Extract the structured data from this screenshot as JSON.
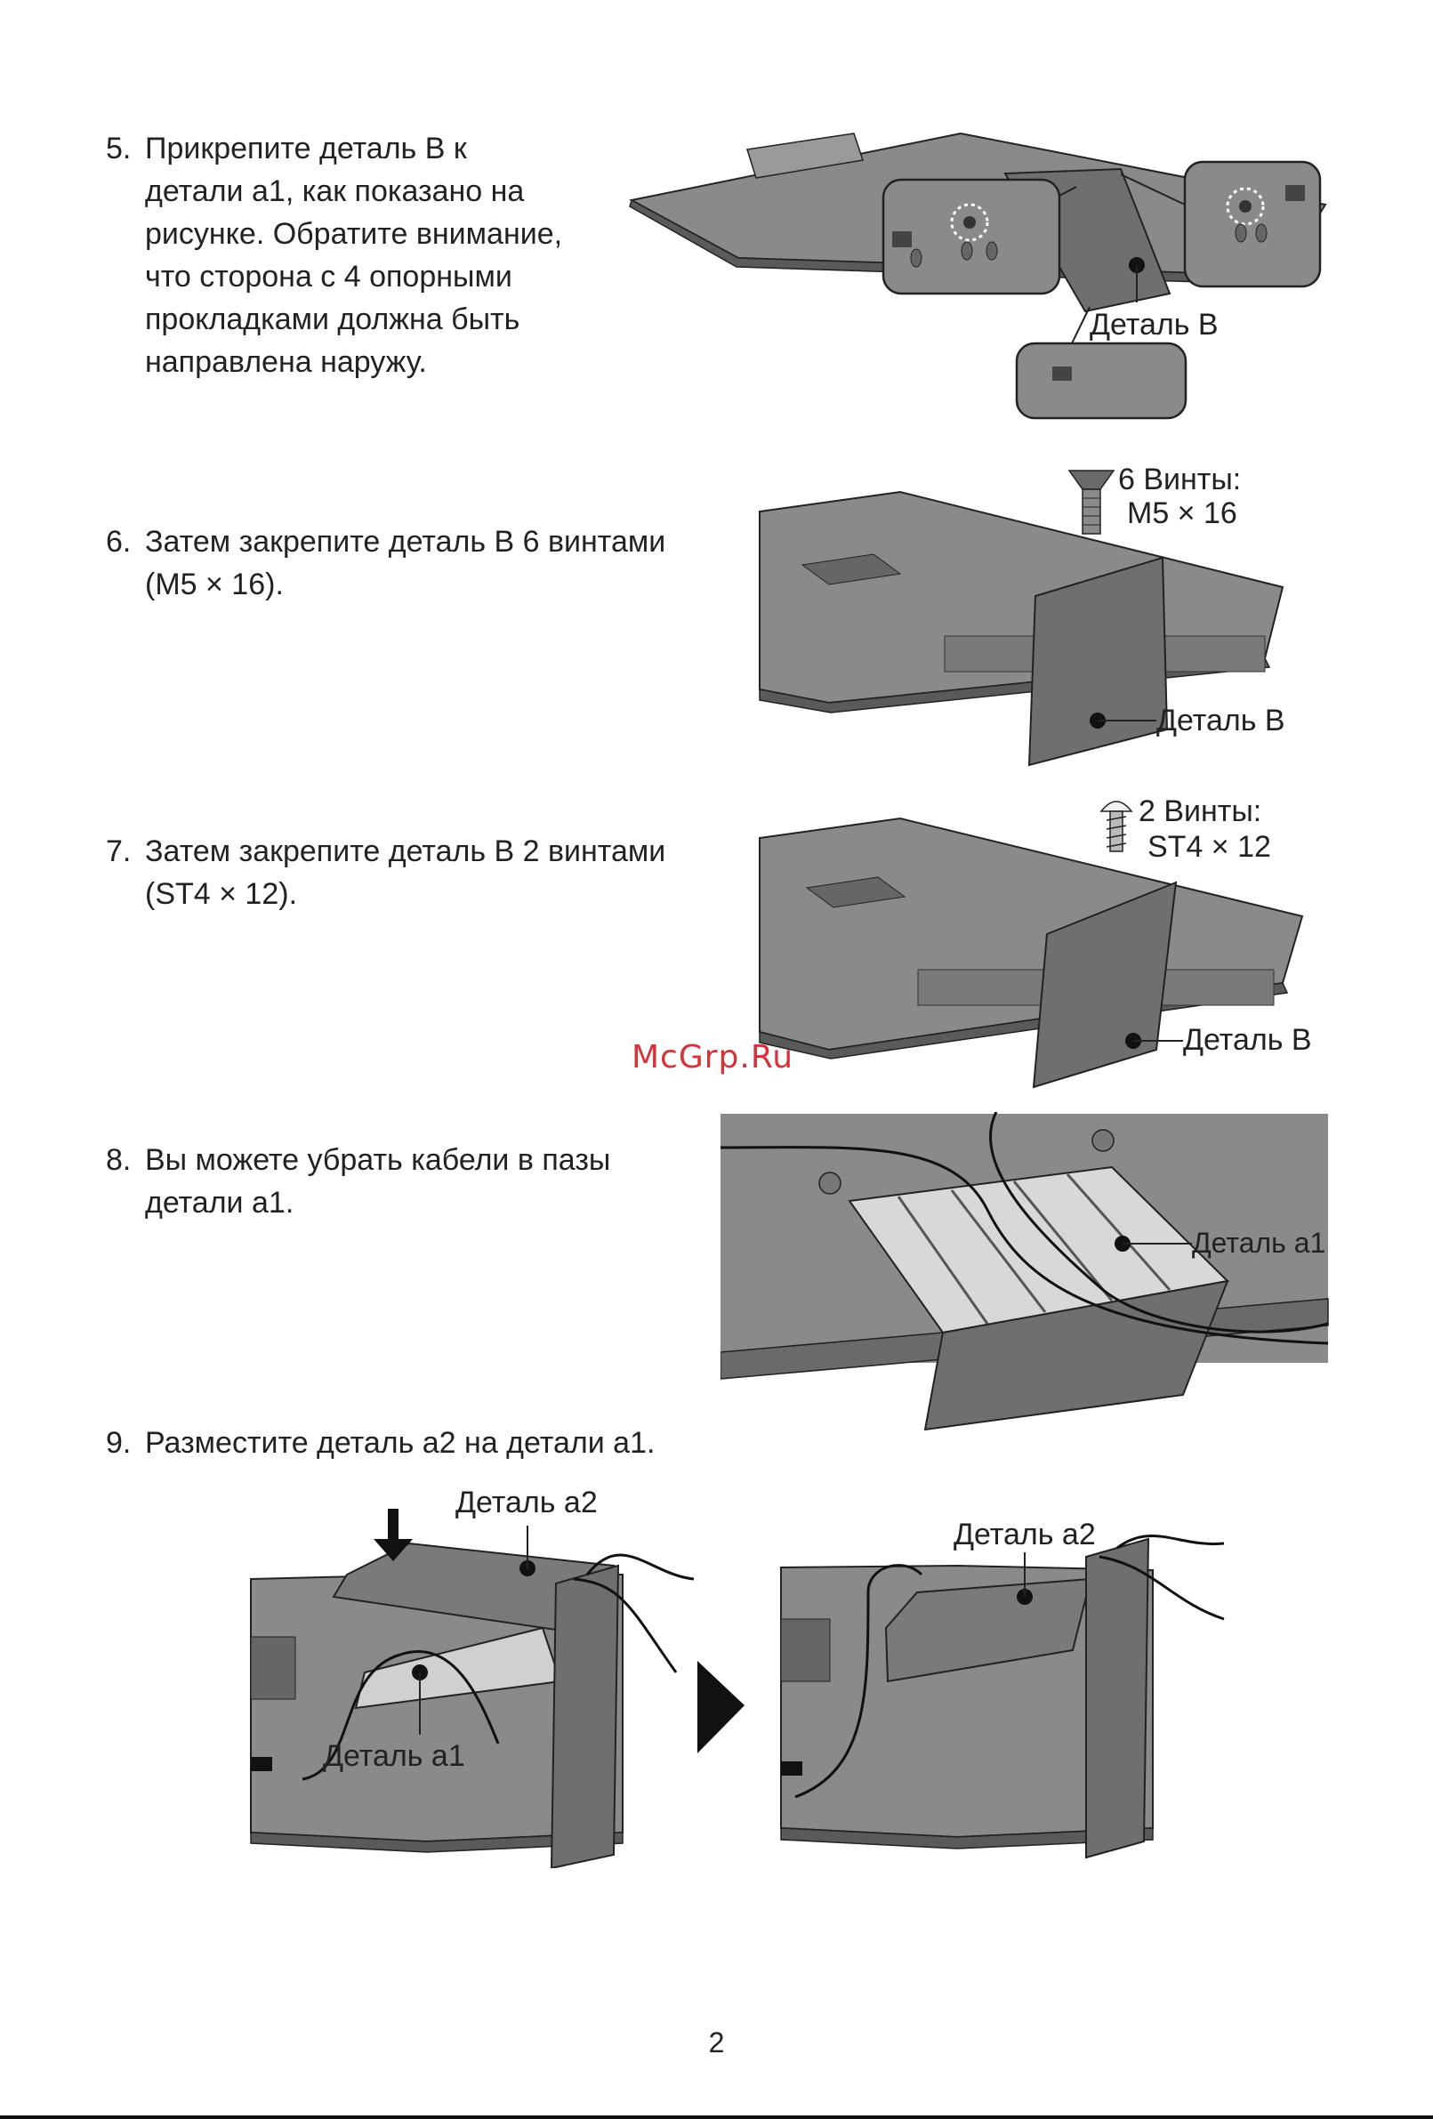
{
  "steps": [
    {
      "num": "5.",
      "lines": [
        "Прикрепите деталь B к",
        "детали a1, как показано на",
        "рисунке. Обратите внимание,",
        "что сторона с 4 опорными",
        "прокладками должна быть",
        "направлена наружу."
      ]
    },
    {
      "num": "6.",
      "lines": [
        "Затем закрепите деталь B 6 винтами",
        "(M5 × 16)."
      ]
    },
    {
      "num": "7.",
      "lines": [
        "Затем закрепите деталь B 2 винтами",
        "(ST4 × 12)."
      ]
    },
    {
      "num": "8.",
      "lines": [
        "Вы можете убрать кабели в пазы",
        "детали a1."
      ]
    },
    {
      "num": "9.",
      "lines": [
        "Разместите деталь a2 на детали a1."
      ]
    }
  ],
  "figures": {
    "fig5": {
      "label_b": "Деталь B"
    },
    "fig6": {
      "screws_line1": "6 Винты:",
      "screws_line2": "M5 × 16",
      "label_b": "Деталь B"
    },
    "fig7": {
      "screws_line1": "2 Винты:",
      "screws_line2": "ST4 × 12",
      "label_b": "Деталь B"
    },
    "fig8": {
      "label_a1": "Деталь a1"
    },
    "fig9": {
      "label_a2_left": "Деталь a2",
      "label_a1": "Деталь a1",
      "label_a2_right": "Деталь a2"
    }
  },
  "watermark": "McGrp.Ru",
  "page_number": "2"
}
